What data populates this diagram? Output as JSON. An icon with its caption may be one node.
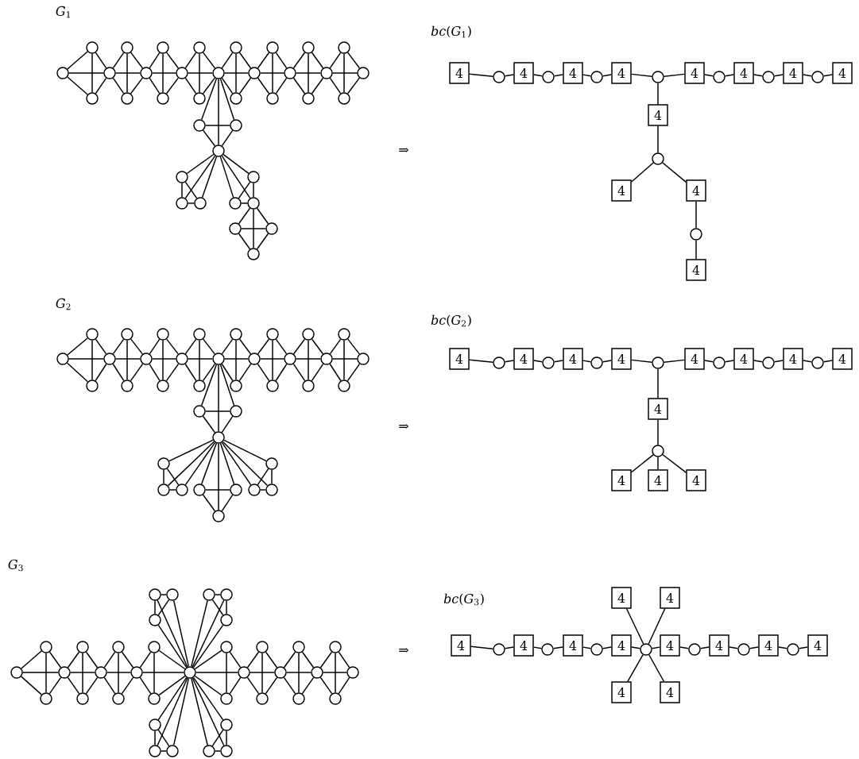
{
  "diagram": {
    "nodes": [
      {
        "text": [],
        "shape": "circle"
      },
      {
        "text": [],
        "shape": "circle"
      },
      {
        "text": [],
        "shape": "circle"
      },
      {
        "text": [],
        "shape": "circle"
      },
      {
        "text": [],
        "shape": "circle"
      },
      {
        "text": [],
        "shape": "circle"
      },
      {
        "text": [],
        "shape": "circle"
      },
      {
        "text": [],
        "shape": "circle"
      },
      {
        "text": [],
        "shape": "circle"
      },
      {
        "text": [],
        "shape": "circle"
      },
      {
        "text": [],
        "shape": "circle"
      },
      {
        "text": [],
        "shape": "circle"
      },
      {
        "text": [],
        "shape": "circle"
      },
      {
        "text": [],
        "shape": "circle"
      },
      {
        "text": [],
        "shape": "circle"
      },
      {
        "text": [],
        "shape": "circle"
      },
      {
        "text": [],
        "shape": "circle"
      },
      {
        "text": [],
        "shape": "circle"
      },
      {
        "text": [],
        "shape": "circle"
      },
      {
        "text": [],
        "shape": "circle"
      },
      {
        "text": [],
        "shape": "circle"
      },
      {
        "text": [],
        "shape": "circle"
      },
      {
        "text": [],
        "shape": "circle"
      },
      {
        "text": [],
        "shape": "circle"
      },
      {
        "text": [],
        "shape": "circle"
      },
      {
        "text": [],
        "shape": "circle"
      },
      {
        "text": [],
        "shape": "circle"
      },
      {
        "text": [],
        "shape": "circle"
      },
      {
        "text": [],
        "shape": "circle"
      },
      {
        "text": [],
        "shape": "circle"
      },
      {
        "text": [],
        "shape": "circle"
      },
      {
        "text": [],
        "shape": "circle"
      },
      {
        "text": [],
        "shape": "circle"
      },
      {
        "text": [],
        "shape": "circle"
      },
      {
        "text": [],
        "shape": "circle"
      },
      {
        "text": [],
        "shape": "circle"
      },
      {
        "text": [],
        "shape": "circle"
      },
      {
        "text": [
          "4"
        ]
      },
      {
        "text": [],
        "shape": "circle"
      },
      {
        "text": [
          "4"
        ]
      },
      {
        "text": [],
        "shape": "circle"
      },
      {
        "text": [
          "4"
        ]
      },
      {
        "text": [],
        "shape": "circle"
      },
      {
        "text": [
          "4"
        ]
      },
      {
        "text": [],
        "shape": "circle"
      },
      {
        "text": [
          "4"
        ]
      },
      {
        "text": [],
        "shape": "circle"
      },
      {
        "text": [
          "4"
        ]
      },
      {
        "text": [],
        "shape": "circle"
      },
      {
        "text": [
          "4"
        ]
      },
      {
        "text": [],
        "shape": "circle"
      },
      {
        "text": [
          "4"
        ]
      },
      {
        "text": [
          "4"
        ]
      },
      {
        "text": [],
        "shape": "circle"
      },
      {
        "text": [
          "4"
        ]
      },
      {
        "text": [
          "4"
        ]
      },
      {
        "text": [],
        "shape": "circle"
      },
      {
        "text": [
          "4"
        ]
      },
      {
        "text": [],
        "shape": "circle"
      },
      {
        "text": [],
        "shape": "circle"
      },
      {
        "text": [],
        "shape": "circle"
      },
      {
        "text": [],
        "shape": "circle"
      },
      {
        "text": [],
        "shape": "circle"
      },
      {
        "text": [],
        "shape": "circle"
      },
      {
        "text": [],
        "shape": "circle"
      },
      {
        "text": [],
        "shape": "circle"
      },
      {
        "text": [],
        "shape": "circle"
      },
      {
        "text": [],
        "shape": "circle"
      },
      {
        "text": [],
        "shape": "circle"
      },
      {
        "text": [],
        "shape": "circle"
      },
      {
        "text": [],
        "shape": "circle"
      },
      {
        "text": [],
        "shape": "circle"
      },
      {
        "text": [],
        "shape": "circle"
      },
      {
        "text": [],
        "shape": "circle"
      },
      {
        "text": [],
        "shape": "circle"
      },
      {
        "text": [],
        "shape": "circle"
      },
      {
        "text": [],
        "shape": "circle"
      },
      {
        "text": [],
        "shape": "circle"
      },
      {
        "text": [],
        "shape": "circle"
      },
      {
        "text": [],
        "shape": "circle"
      },
      {
        "text": [],
        "shape": "circle"
      },
      {
        "text": [],
        "shape": "circle"
      },
      {
        "text": [],
        "shape": "circle"
      },
      {
        "text": [],
        "shape": "circle"
      },
      {
        "text": [],
        "shape": "circle"
      },
      {
        "text": [],
        "shape": "circle"
      },
      {
        "text": [],
        "shape": "circle"
      },
      {
        "text": [],
        "shape": "circle"
      },
      {
        "text": [],
        "shape": "circle"
      },
      {
        "text": [],
        "shape": "circle"
      },
      {
        "text": [],
        "shape": "circle"
      },
      {
        "text": [],
        "shape": "circle"
      },
      {
        "text": [],
        "shape": "circle"
      },
      {
        "text": [],
        "shape": "circle"
      },
      {
        "text": [],
        "shape": "circle"
      },
      {
        "text": [
          "4"
        ]
      },
      {
        "text": [],
        "shape": "circle"
      },
      {
        "text": [
          "4"
        ]
      },
      {
        "text": [],
        "shape": "circle"
      },
      {
        "text": [
          "4"
        ]
      },
      {
        "text": [],
        "shape": "circle"
      },
      {
        "text": [
          "4"
        ]
      },
      {
        "text": [],
        "shape": "circle"
      },
      {
        "text": [
          "4"
        ]
      },
      {
        "text": [],
        "shape": "circle"
      },
      {
        "text": [
          "4"
        ]
      },
      {
        "text": [],
        "shape": "circle"
      },
      {
        "text": [
          "4"
        ]
      },
      {
        "text": [],
        "shape": "circle"
      },
      {
        "text": [
          "4"
        ]
      },
      {
        "text": [
          "4"
        ]
      },
      {
        "text": [],
        "shape": "circle"
      },
      {
        "text": [
          "4"
        ]
      },
      {
        "text": [
          "4"
        ]
      },
      {
        "text": [
          "4"
        ]
      },
      {
        "text": [],
        "shape": "circle"
      },
      {
        "text": [],
        "shape": "circle"
      },
      {
        "text": [],
        "shape": "circle"
      },
      {
        "text": [],
        "shape": "circle"
      },
      {
        "text": [],
        "shape": "circle"
      },
      {
        "text": [],
        "shape": "circle"
      },
      {
        "text": [],
        "shape": "circle"
      },
      {
        "text": [],
        "shape": "circle"
      },
      {
        "text": [],
        "shape": "circle"
      },
      {
        "text": [],
        "shape": "circle"
      },
      {
        "text": [],
        "shape": "circle"
      },
      {
        "text": [],
        "shape": "circle"
      },
      {
        "text": [],
        "shape": "circle"
      },
      {
        "text": [],
        "shape": "circle"
      },
      {
        "text": [],
        "shape": "circle"
      },
      {
        "text": [],
        "shape": "circle"
      },
      {
        "text": [],
        "shape": "circle"
      },
      {
        "text": [],
        "shape": "circle"
      },
      {
        "text": [],
        "shape": "circle"
      },
      {
        "text": [],
        "shape": "circle"
      },
      {
        "text": [],
        "shape": "circle"
      },
      {
        "text": [],
        "shape": "circle"
      },
      {
        "text": [],
        "shape": "circle"
      },
      {
        "text": [],
        "shape": "circle"
      },
      {
        "text": [],
        "shape": "circle"
      },
      {
        "text": [],
        "shape": "circle"
      },
      {
        "text": [],
        "shape": "circle"
      },
      {
        "text": [],
        "shape": "circle"
      },
      {
        "text": [],
        "shape": "circle"
      },
      {
        "text": [],
        "shape": "circle"
      },
      {
        "text": [],
        "shape": "circle"
      },
      {
        "text": [],
        "shape": "circle"
      },
      {
        "text": [],
        "shape": "circle"
      },
      {
        "text": [],
        "shape": "circle"
      },
      {
        "text": [],
        "shape": "circle"
      },
      {
        "text": [],
        "shape": "circle"
      },
      {
        "text": [],
        "shape": "circle"
      },
      {
        "text": [
          "4"
        ]
      },
      {
        "text": [
          "4"
        ]
      },
      {
        "text": [
          "4"
        ]
      },
      {
        "text": [],
        "shape": "circle"
      },
      {
        "text": [
          "4"
        ]
      },
      {
        "text": [],
        "shape": "circle"
      },
      {
        "text": [
          "4"
        ]
      },
      {
        "text": [],
        "shape": "circle"
      },
      {
        "text": [
          "4"
        ]
      },
      {
        "text": [],
        "shape": "circle"
      },
      {
        "text": [
          "4"
        ]
      },
      {
        "text": [],
        "shape": "circle"
      },
      {
        "text": [
          "4"
        ]
      },
      {
        "text": [],
        "shape": "circle"
      },
      {
        "text": [
          "4"
        ]
      },
      {
        "text": [],
        "shape": "circle"
      },
      {
        "text": [
          "4"
        ]
      },
      {
        "text": [
          "4"
        ]
      },
      {
        "text": [
          "4"
        ]
      }
    ],
    "edges": [
      {
        "from": 0,
        "to": 1,
        "arrow": "none"
      },
      {
        "from": 0,
        "to": 2,
        "arrow": "none"
      },
      {
        "from": 0,
        "to": 3,
        "arrow": "none"
      },
      {
        "from": 1,
        "to": 2,
        "arrow": "none"
      },
      {
        "from": 1,
        "to": 3,
        "arrow": "none"
      },
      {
        "from": 2,
        "to": 3,
        "arrow": "none"
      },
      {
        "from": 3,
        "to": 4,
        "arrow": "none"
      },
      {
        "from": 3,
        "to": 5,
        "arrow": "none"
      },
      {
        "from": 3,
        "to": 6,
        "arrow": "none"
      },
      {
        "from": 4,
        "to": 5,
        "arrow": "none"
      },
      {
        "from": 4,
        "to": 6,
        "arrow": "none"
      },
      {
        "from": 5,
        "to": 6,
        "arrow": "none"
      },
      {
        "from": 6,
        "to": 7,
        "arrow": "none"
      },
      {
        "from": 6,
        "to": 8,
        "arrow": "none"
      },
      {
        "from": 6,
        "to": 9,
        "arrow": "none"
      },
      {
        "from": 7,
        "to": 8,
        "arrow": "none"
      },
      {
        "from": 7,
        "to": 9,
        "arrow": "none"
      },
      {
        "from": 8,
        "to": 9,
        "arrow": "none"
      },
      {
        "from": 9,
        "to": 10,
        "arrow": "none"
      },
      {
        "from": 9,
        "to": 11,
        "arrow": "none"
      },
      {
        "from": 9,
        "to": 12,
        "arrow": "none"
      },
      {
        "from": 10,
        "to": 11,
        "arrow": "none"
      },
      {
        "from": 10,
        "to": 12,
        "arrow": "none"
      },
      {
        "from": 11,
        "to": 12,
        "arrow": "none"
      },
      {
        "from": 12,
        "to": 13,
        "arrow": "none"
      },
      {
        "from": 12,
        "to": 14,
        "arrow": "none"
      },
      {
        "from": 12,
        "to": 15,
        "arrow": "none"
      },
      {
        "from": 13,
        "to": 14,
        "arrow": "none"
      },
      {
        "from": 13,
        "to": 15,
        "arrow": "none"
      },
      {
        "from": 14,
        "to": 15,
        "arrow": "none"
      },
      {
        "from": 15,
        "to": 16,
        "arrow": "none"
      },
      {
        "from": 15,
        "to": 17,
        "arrow": "none"
      },
      {
        "from": 15,
        "to": 18,
        "arrow": "none"
      },
      {
        "from": 16,
        "to": 17,
        "arrow": "none"
      },
      {
        "from": 16,
        "to": 18,
        "arrow": "none"
      },
      {
        "from": 17,
        "to": 18,
        "arrow": "none"
      },
      {
        "from": 18,
        "to": 19,
        "arrow": "none"
      },
      {
        "from": 18,
        "to": 20,
        "arrow": "none"
      },
      {
        "from": 18,
        "to": 21,
        "arrow": "none"
      },
      {
        "from": 19,
        "to": 20,
        "arrow": "none"
      },
      {
        "from": 19,
        "to": 21,
        "arrow": "none"
      },
      {
        "from": 20,
        "to": 21,
        "arrow": "none"
      },
      {
        "from": 21,
        "to": 22,
        "arrow": "none"
      },
      {
        "from": 21,
        "to": 23,
        "arrow": "none"
      },
      {
        "from": 21,
        "to": 24,
        "arrow": "none"
      },
      {
        "from": 22,
        "to": 23,
        "arrow": "none"
      },
      {
        "from": 22,
        "to": 24,
        "arrow": "none"
      },
      {
        "from": 23,
        "to": 24,
        "arrow": "none"
      },
      {
        "from": 12,
        "to": 25,
        "arrow": "none"
      },
      {
        "from": 12,
        "to": 26,
        "arrow": "none"
      },
      {
        "from": 12,
        "to": 27,
        "arrow": "none"
      },
      {
        "from": 25,
        "to": 26,
        "arrow": "none"
      },
      {
        "from": 25,
        "to": 27,
        "arrow": "none"
      },
      {
        "from": 26,
        "to": 27,
        "arrow": "none"
      },
      {
        "from": 27,
        "to": 28,
        "arrow": "none"
      },
      {
        "from": 27,
        "to": 29,
        "arrow": "none"
      },
      {
        "from": 27,
        "to": 30,
        "arrow": "none"
      },
      {
        "from": 28,
        "to": 29,
        "arrow": "none"
      },
      {
        "from": 28,
        "to": 30,
        "arrow": "none"
      },
      {
        "from": 29,
        "to": 30,
        "arrow": "none"
      },
      {
        "from": 27,
        "to": 31,
        "arrow": "none"
      },
      {
        "from": 27,
        "to": 32,
        "arrow": "none"
      },
      {
        "from": 27,
        "to": 33,
        "arrow": "none"
      },
      {
        "from": 31,
        "to": 32,
        "arrow": "none"
      },
      {
        "from": 31,
        "to": 33,
        "arrow": "none"
      },
      {
        "from": 32,
        "to": 33,
        "arrow": "none"
      },
      {
        "from": 33,
        "to": 34,
        "arrow": "none"
      },
      {
        "from": 33,
        "to": 35,
        "arrow": "none"
      },
      {
        "from": 33,
        "to": 36,
        "arrow": "none"
      },
      {
        "from": 34,
        "to": 35,
        "arrow": "none"
      },
      {
        "from": 34,
        "to": 36,
        "arrow": "none"
      },
      {
        "from": 35,
        "to": 36,
        "arrow": "none"
      },
      {
        "from": 37,
        "to": 38,
        "arrow": "none"
      },
      {
        "from": 38,
        "to": 39,
        "arrow": "none"
      },
      {
        "from": 39,
        "to": 40,
        "arrow": "none"
      },
      {
        "from": 40,
        "to": 41,
        "arrow": "none"
      },
      {
        "from": 41,
        "to": 42,
        "arrow": "none"
      },
      {
        "from": 42,
        "to": 43,
        "arrow": "none"
      },
      {
        "from": 43,
        "to": 44,
        "arrow": "none"
      },
      {
        "from": 44,
        "to": 45,
        "arrow": "none"
      },
      {
        "from": 45,
        "to": 46,
        "arrow": "none"
      },
      {
        "from": 46,
        "to": 47,
        "arrow": "none"
      },
      {
        "from": 47,
        "to": 48,
        "arrow": "none"
      },
      {
        "from": 48,
        "to": 49,
        "arrow": "none"
      },
      {
        "from": 49,
        "to": 50,
        "arrow": "none"
      },
      {
        "from": 50,
        "to": 51,
        "arrow": "none"
      },
      {
        "from": 44,
        "to": 52,
        "arrow": "none"
      },
      {
        "from": 52,
        "to": 53,
        "arrow": "none"
      },
      {
        "from": 53,
        "to": 54,
        "arrow": "none"
      },
      {
        "from": 53,
        "to": 55,
        "arrow": "none"
      },
      {
        "from": 55,
        "to": 56,
        "arrow": "none"
      },
      {
        "from": 56,
        "to": 57,
        "arrow": "none"
      },
      {
        "from": 58,
        "to": 59,
        "arrow": "none"
      },
      {
        "from": 58,
        "to": 60,
        "arrow": "none"
      },
      {
        "from": 58,
        "to": 61,
        "arrow": "none"
      },
      {
        "from": 59,
        "to": 60,
        "arrow": "none"
      },
      {
        "from": 59,
        "to": 61,
        "arrow": "none"
      },
      {
        "from": 60,
        "to": 61,
        "arrow": "none"
      },
      {
        "from": 61,
        "to": 62,
        "arrow": "none"
      },
      {
        "from": 61,
        "to": 63,
        "arrow": "none"
      },
      {
        "from": 61,
        "to": 64,
        "arrow": "none"
      },
      {
        "from": 62,
        "to": 63,
        "arrow": "none"
      },
      {
        "from": 62,
        "to": 64,
        "arrow": "none"
      },
      {
        "from": 63,
        "to": 64,
        "arrow": "none"
      },
      {
        "from": 64,
        "to": 65,
        "arrow": "none"
      },
      {
        "from": 64,
        "to": 66,
        "arrow": "none"
      },
      {
        "from": 64,
        "to": 67,
        "arrow": "none"
      },
      {
        "from": 65,
        "to": 66,
        "arrow": "none"
      },
      {
        "from": 65,
        "to": 67,
        "arrow": "none"
      },
      {
        "from": 66,
        "to": 67,
        "arrow": "none"
      },
      {
        "from": 67,
        "to": 68,
        "arrow": "none"
      },
      {
        "from": 67,
        "to": 69,
        "arrow": "none"
      },
      {
        "from": 67,
        "to": 70,
        "arrow": "none"
      },
      {
        "from": 68,
        "to": 69,
        "arrow": "none"
      },
      {
        "from": 68,
        "to": 70,
        "arrow": "none"
      },
      {
        "from": 69,
        "to": 70,
        "arrow": "none"
      },
      {
        "from": 70,
        "to": 71,
        "arrow": "none"
      },
      {
        "from": 70,
        "to": 72,
        "arrow": "none"
      },
      {
        "from": 70,
        "to": 73,
        "arrow": "none"
      },
      {
        "from": 71,
        "to": 72,
        "arrow": "none"
      },
      {
        "from": 71,
        "to": 73,
        "arrow": "none"
      },
      {
        "from": 72,
        "to": 73,
        "arrow": "none"
      },
      {
        "from": 73,
        "to": 74,
        "arrow": "none"
      },
      {
        "from": 73,
        "to": 75,
        "arrow": "none"
      },
      {
        "from": 73,
        "to": 76,
        "arrow": "none"
      },
      {
        "from": 74,
        "to": 75,
        "arrow": "none"
      },
      {
        "from": 74,
        "to": 76,
        "arrow": "none"
      },
      {
        "from": 75,
        "to": 76,
        "arrow": "none"
      },
      {
        "from": 76,
        "to": 77,
        "arrow": "none"
      },
      {
        "from": 76,
        "to": 78,
        "arrow": "none"
      },
      {
        "from": 76,
        "to": 79,
        "arrow": "none"
      },
      {
        "from": 77,
        "to": 78,
        "arrow": "none"
      },
      {
        "from": 77,
        "to": 79,
        "arrow": "none"
      },
      {
        "from": 78,
        "to": 79,
        "arrow": "none"
      },
      {
        "from": 79,
        "to": 80,
        "arrow": "none"
      },
      {
        "from": 79,
        "to": 81,
        "arrow": "none"
      },
      {
        "from": 79,
        "to": 82,
        "arrow": "none"
      },
      {
        "from": 80,
        "to": 81,
        "arrow": "none"
      },
      {
        "from": 80,
        "to": 82,
        "arrow": "none"
      },
      {
        "from": 81,
        "to": 82,
        "arrow": "none"
      },
      {
        "from": 70,
        "to": 83,
        "arrow": "none"
      },
      {
        "from": 70,
        "to": 84,
        "arrow": "none"
      },
      {
        "from": 70,
        "to": 85,
        "arrow": "none"
      },
      {
        "from": 83,
        "to": 84,
        "arrow": "none"
      },
      {
        "from": 83,
        "to": 85,
        "arrow": "none"
      },
      {
        "from": 84,
        "to": 85,
        "arrow": "none"
      },
      {
        "from": 85,
        "to": 86,
        "arrow": "none"
      },
      {
        "from": 85,
        "to": 87,
        "arrow": "none"
      },
      {
        "from": 85,
        "to": 88,
        "arrow": "none"
      },
      {
        "from": 86,
        "to": 87,
        "arrow": "none"
      },
      {
        "from": 86,
        "to": 88,
        "arrow": "none"
      },
      {
        "from": 87,
        "to": 88,
        "arrow": "none"
      },
      {
        "from": 85,
        "to": 89,
        "arrow": "none"
      },
      {
        "from": 85,
        "to": 90,
        "arrow": "none"
      },
      {
        "from": 85,
        "to": 91,
        "arrow": "none"
      },
      {
        "from": 89,
        "to": 90,
        "arrow": "none"
      },
      {
        "from": 89,
        "to": 91,
        "arrow": "none"
      },
      {
        "from": 90,
        "to": 91,
        "arrow": "none"
      },
      {
        "from": 85,
        "to": 92,
        "arrow": "none"
      },
      {
        "from": 85,
        "to": 93,
        "arrow": "none"
      },
      {
        "from": 85,
        "to": 94,
        "arrow": "none"
      },
      {
        "from": 92,
        "to": 93,
        "arrow": "none"
      },
      {
        "from": 92,
        "to": 94,
        "arrow": "none"
      },
      {
        "from": 93,
        "to": 94,
        "arrow": "none"
      },
      {
        "from": 95,
        "to": 96,
        "arrow": "none"
      },
      {
        "from": 96,
        "to": 97,
        "arrow": "none"
      },
      {
        "from": 97,
        "to": 98,
        "arrow": "none"
      },
      {
        "from": 98,
        "to": 99,
        "arrow": "none"
      },
      {
        "from": 99,
        "to": 100,
        "arrow": "none"
      },
      {
        "from": 100,
        "to": 101,
        "arrow": "none"
      },
      {
        "from": 101,
        "to": 102,
        "arrow": "none"
      },
      {
        "from": 102,
        "to": 103,
        "arrow": "none"
      },
      {
        "from": 103,
        "to": 104,
        "arrow": "none"
      },
      {
        "from": 104,
        "to": 105,
        "arrow": "none"
      },
      {
        "from": 105,
        "to": 106,
        "arrow": "none"
      },
      {
        "from": 106,
        "to": 107,
        "arrow": "none"
      },
      {
        "from": 107,
        "to": 108,
        "arrow": "none"
      },
      {
        "from": 108,
        "to": 109,
        "arrow": "none"
      },
      {
        "from": 102,
        "to": 110,
        "arrow": "none"
      },
      {
        "from": 110,
        "to": 111,
        "arrow": "none"
      },
      {
        "from": 111,
        "to": 112,
        "arrow": "none"
      },
      {
        "from": 111,
        "to": 113,
        "arrow": "none"
      },
      {
        "from": 111,
        "to": 114,
        "arrow": "none"
      },
      {
        "from": 115,
        "to": 116,
        "arrow": "none"
      },
      {
        "from": 115,
        "to": 117,
        "arrow": "none"
      },
      {
        "from": 115,
        "to": 118,
        "arrow": "none"
      },
      {
        "from": 116,
        "to": 117,
        "arrow": "none"
      },
      {
        "from": 116,
        "to": 118,
        "arrow": "none"
      },
      {
        "from": 117,
        "to": 118,
        "arrow": "none"
      },
      {
        "from": 118,
        "to": 119,
        "arrow": "none"
      },
      {
        "from": 118,
        "to": 120,
        "arrow": "none"
      },
      {
        "from": 118,
        "to": 121,
        "arrow": "none"
      },
      {
        "from": 119,
        "to": 120,
        "arrow": "none"
      },
      {
        "from": 119,
        "to": 121,
        "arrow": "none"
      },
      {
        "from": 120,
        "to": 121,
        "arrow": "none"
      },
      {
        "from": 121,
        "to": 122,
        "arrow": "none"
      },
      {
        "from": 121,
        "to": 123,
        "arrow": "none"
      },
      {
        "from": 121,
        "to": 124,
        "arrow": "none"
      },
      {
        "from": 122,
        "to": 123,
        "arrow": "none"
      },
      {
        "from": 122,
        "to": 124,
        "arrow": "none"
      },
      {
        "from": 123,
        "to": 124,
        "arrow": "none"
      },
      {
        "from": 124,
        "to": 125,
        "arrow": "none"
      },
      {
        "from": 124,
        "to": 126,
        "arrow": "none"
      },
      {
        "from": 124,
        "to": 127,
        "arrow": "none"
      },
      {
        "from": 125,
        "to": 126,
        "arrow": "none"
      },
      {
        "from": 125,
        "to": 127,
        "arrow": "none"
      },
      {
        "from": 126,
        "to": 127,
        "arrow": "none"
      },
      {
        "from": 127,
        "to": 128,
        "arrow": "none"
      },
      {
        "from": 127,
        "to": 129,
        "arrow": "none"
      },
      {
        "from": 127,
        "to": 130,
        "arrow": "none"
      },
      {
        "from": 128,
        "to": 129,
        "arrow": "none"
      },
      {
        "from": 128,
        "to": 130,
        "arrow": "none"
      },
      {
        "from": 129,
        "to": 130,
        "arrow": "none"
      },
      {
        "from": 130,
        "to": 131,
        "arrow": "none"
      },
      {
        "from": 130,
        "to": 132,
        "arrow": "none"
      },
      {
        "from": 130,
        "to": 133,
        "arrow": "none"
      },
      {
        "from": 131,
        "to": 132,
        "arrow": "none"
      },
      {
        "from": 131,
        "to": 133,
        "arrow": "none"
      },
      {
        "from": 132,
        "to": 133,
        "arrow": "none"
      },
      {
        "from": 133,
        "to": 134,
        "arrow": "none"
      },
      {
        "from": 133,
        "to": 135,
        "arrow": "none"
      },
      {
        "from": 133,
        "to": 136,
        "arrow": "none"
      },
      {
        "from": 134,
        "to": 135,
        "arrow": "none"
      },
      {
        "from": 134,
        "to": 136,
        "arrow": "none"
      },
      {
        "from": 135,
        "to": 136,
        "arrow": "none"
      },
      {
        "from": 136,
        "to": 137,
        "arrow": "none"
      },
      {
        "from": 136,
        "to": 138,
        "arrow": "none"
      },
      {
        "from": 136,
        "to": 139,
        "arrow": "none"
      },
      {
        "from": 137,
        "to": 138,
        "arrow": "none"
      },
      {
        "from": 137,
        "to": 139,
        "arrow": "none"
      },
      {
        "from": 138,
        "to": 139,
        "arrow": "none"
      },
      {
        "from": 127,
        "to": 140,
        "arrow": "none"
      },
      {
        "from": 127,
        "to": 141,
        "arrow": "none"
      },
      {
        "from": 127,
        "to": 142,
        "arrow": "none"
      },
      {
        "from": 140,
        "to": 141,
        "arrow": "none"
      },
      {
        "from": 140,
        "to": 142,
        "arrow": "none"
      },
      {
        "from": 141,
        "to": 142,
        "arrow": "none"
      },
      {
        "from": 127,
        "to": 143,
        "arrow": "none"
      },
      {
        "from": 127,
        "to": 144,
        "arrow": "none"
      },
      {
        "from": 127,
        "to": 145,
        "arrow": "none"
      },
      {
        "from": 143,
        "to": 144,
        "arrow": "none"
      },
      {
        "from": 143,
        "to": 145,
        "arrow": "none"
      },
      {
        "from": 144,
        "to": 145,
        "arrow": "none"
      },
      {
        "from": 127,
        "to": 146,
        "arrow": "none"
      },
      {
        "from": 127,
        "to": 147,
        "arrow": "none"
      },
      {
        "from": 127,
        "to": 148,
        "arrow": "none"
      },
      {
        "from": 146,
        "to": 147,
        "arrow": "none"
      },
      {
        "from": 146,
        "to": 148,
        "arrow": "none"
      },
      {
        "from": 147,
        "to": 148,
        "arrow": "none"
      },
      {
        "from": 127,
        "to": 149,
        "arrow": "none"
      },
      {
        "from": 127,
        "to": 150,
        "arrow": "none"
      },
      {
        "from": 127,
        "to": 151,
        "arrow": "none"
      },
      {
        "from": 149,
        "to": 150,
        "arrow": "none"
      },
      {
        "from": 149,
        "to": 151,
        "arrow": "none"
      },
      {
        "from": 150,
        "to": 151,
        "arrow": "none"
      },
      {
        "from": 154,
        "to": 155,
        "arrow": "none"
      },
      {
        "from": 155,
        "to": 156,
        "arrow": "none"
      },
      {
        "from": 156,
        "to": 157,
        "arrow": "none"
      },
      {
        "from": 157,
        "to": 158,
        "arrow": "none"
      },
      {
        "from": 158,
        "to": 159,
        "arrow": "none"
      },
      {
        "from": 159,
        "to": 160,
        "arrow": "none"
      },
      {
        "from": 160,
        "to": 161,
        "arrow": "none"
      },
      {
        "from": 161,
        "to": 162,
        "arrow": "none"
      },
      {
        "from": 162,
        "to": 163,
        "arrow": "none"
      },
      {
        "from": 163,
        "to": 164,
        "arrow": "none"
      },
      {
        "from": 164,
        "to": 165,
        "arrow": "none"
      },
      {
        "from": 165,
        "to": 166,
        "arrow": "none"
      },
      {
        "from": 166,
        "to": 167,
        "arrow": "none"
      },
      {
        "from": 167,
        "to": 168,
        "arrow": "none"
      },
      {
        "from": 161,
        "to": 152,
        "arrow": "none"
      },
      {
        "from": 161,
        "to": 153,
        "arrow": "none"
      },
      {
        "from": 161,
        "to": 169,
        "arrow": "none"
      },
      {
        "from": 161,
        "to": 170,
        "arrow": "none"
      }
    ],
    "labels": [
      "*G*$_{1}$",
      "*bc*(*G*$_{1}$)",
      "⇒",
      "*G*$_{2}$",
      "*bc*(*G*$_{2}$)",
      "⇒",
      "*G*$_{3}$",
      "*bc*(*G*$_{3}$)",
      "⇒"
    ]
  }
}
